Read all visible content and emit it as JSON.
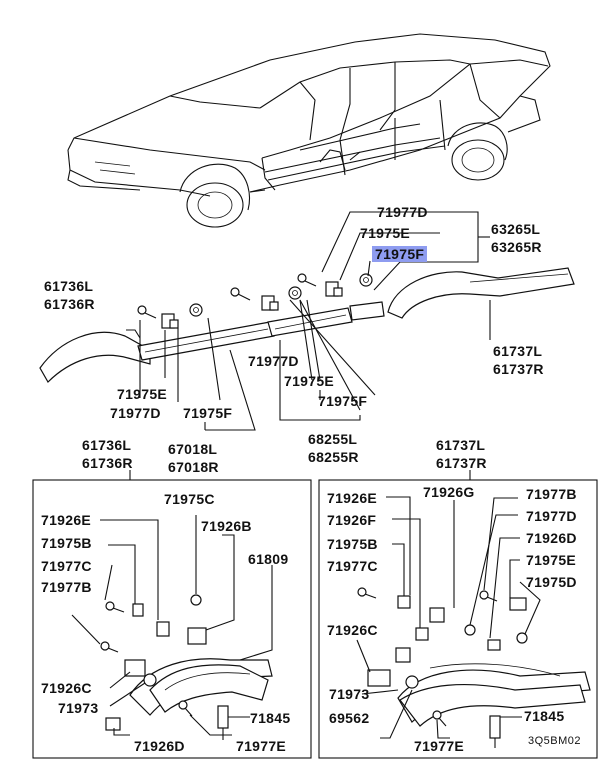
{
  "diagram_code": "3Q5BM02",
  "highlighted_part": "71975F",
  "upper_assembly": {
    "left_front": {
      "wheel_flare": "61736L\n61736R",
      "clip_a": "71975E",
      "clip_b": "71977D",
      "clip_c": "71975F",
      "molding": "67018L\n67018R"
    },
    "middle": {
      "clip_a": "71977D",
      "clip_b": "71975E",
      "clip_c": "71975F",
      "molding": "68255L\n68255R"
    },
    "right_rear": {
      "clip_a": "71977D",
      "clip_b": "71975E",
      "clip_c": "71975F",
      "molding": "63265L\n63265R",
      "wheel_flare": "61737L\n61737R"
    }
  },
  "detail_left": {
    "title": "61736L\n61736R",
    "parts": [
      "71926E",
      "71975C",
      "71975B",
      "71926B",
      "71977C",
      "61809",
      "71977B",
      "71926C",
      "71973",
      "71845",
      "71926D",
      "71977E"
    ]
  },
  "detail_right": {
    "title": "61737L\n61737R",
    "parts": [
      "71926E",
      "71926G",
      "71977B",
      "71926F",
      "71977D",
      "71975B",
      "71926D",
      "71977C",
      "71975E",
      "71975D",
      "71926C",
      "71973",
      "69562",
      "71977E",
      "71845"
    ]
  }
}
